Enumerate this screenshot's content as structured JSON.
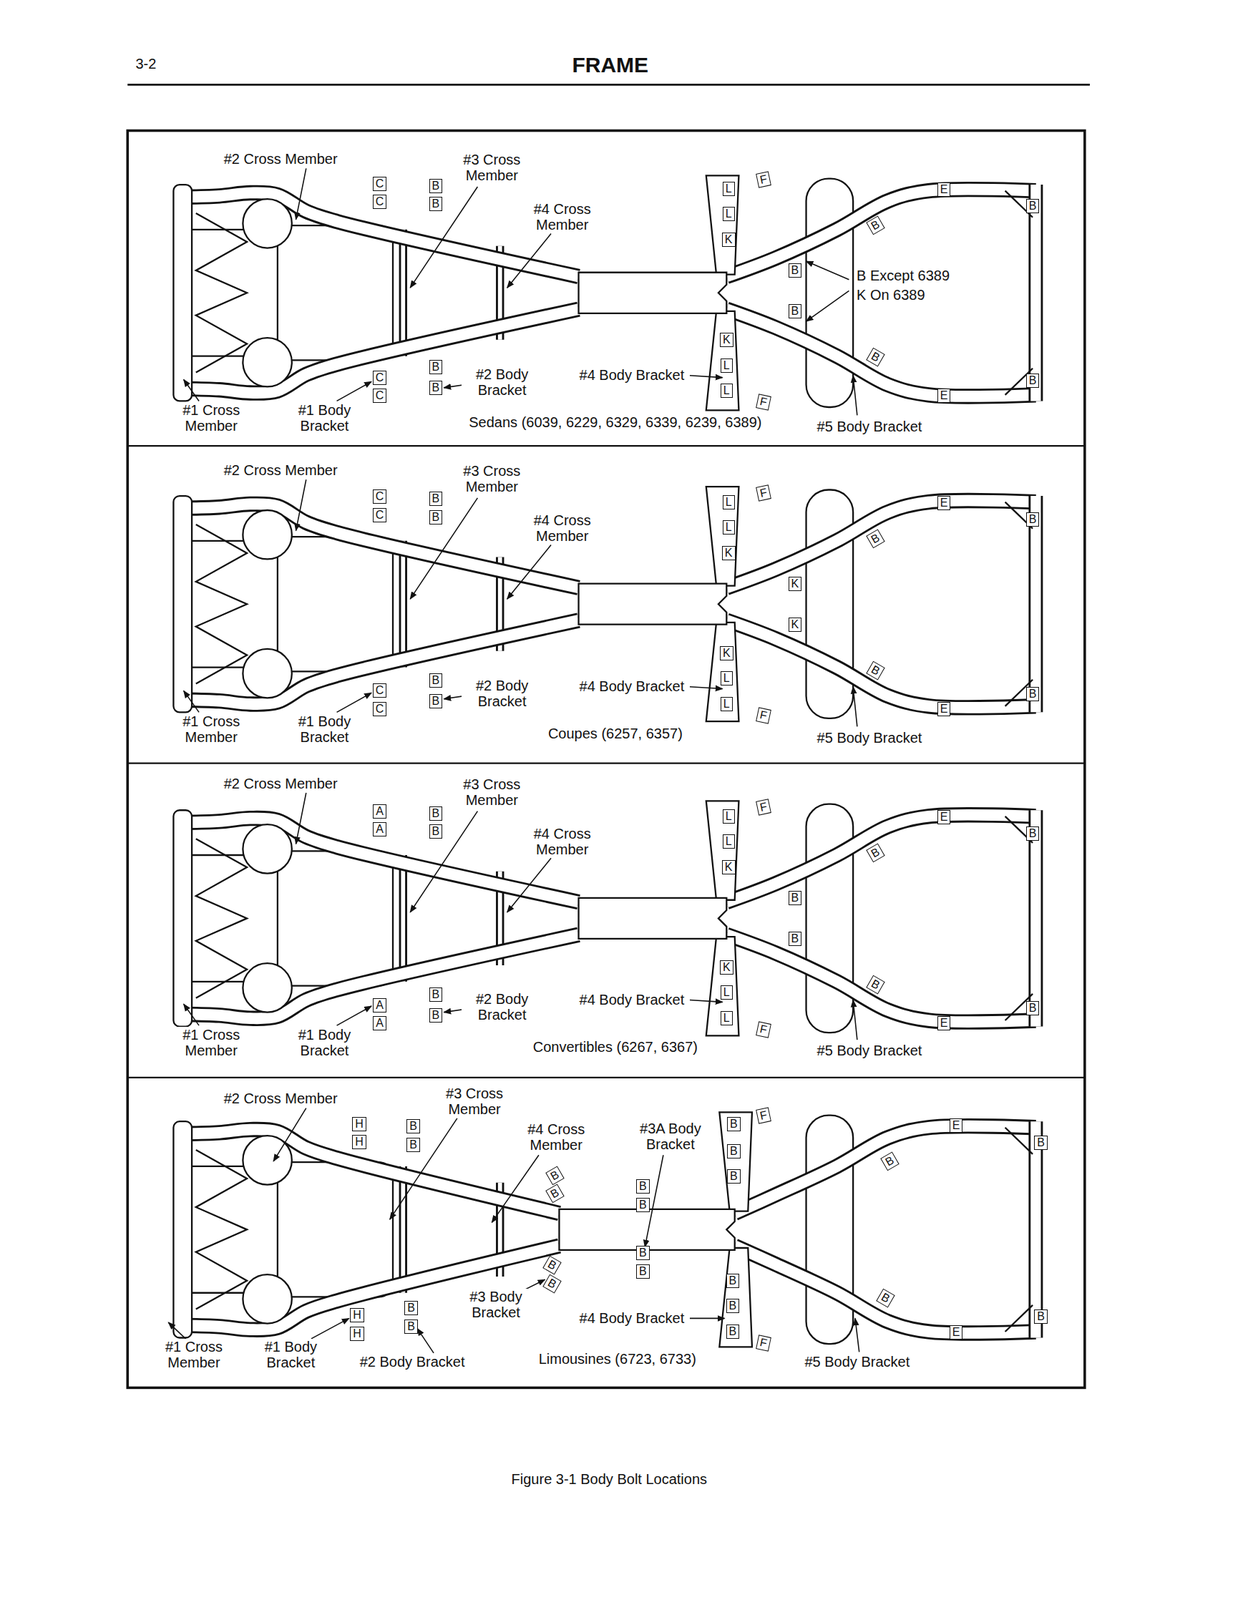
{
  "diagram": {
    "title": "FRAME",
    "caption": "Figure 3-1 Body Bolt Locations",
    "nodes": [
      {
        "text": [
          "C"
        ]
      },
      {
        "text": [
          "C"
        ]
      },
      {
        "text": [
          "B"
        ]
      },
      {
        "text": [
          "B"
        ]
      },
      {
        "text": [
          "L"
        ]
      },
      {
        "text": [
          "F"
        ]
      },
      {
        "text": [
          "L"
        ]
      },
      {
        "text": [
          "K"
        ]
      },
      {
        "text": [
          "E"
        ]
      },
      {
        "text": [
          "B"
        ]
      },
      {
        "text": [
          "B"
        ]
      },
      {
        "text": [
          "B"
        ]
      },
      {
        "text": [
          "B"
        ]
      },
      {
        "text": [
          "B"
        ]
      },
      {
        "text": [
          "C"
        ]
      },
      {
        "text": [
          "C"
        ]
      },
      {
        "text": [
          "B"
        ]
      },
      {
        "text": [
          "B"
        ]
      },
      {
        "text": [
          "K"
        ]
      },
      {
        "text": [
          "L"
        ]
      },
      {
        "text": [
          "L"
        ]
      },
      {
        "text": [
          "E"
        ]
      },
      {
        "text": [
          "B"
        ]
      },
      {
        "text": [
          "F"
        ]
      },
      {
        "text": [
          "C"
        ]
      },
      {
        "text": [
          "C"
        ]
      },
      {
        "text": [
          "B"
        ]
      },
      {
        "text": [
          "B"
        ]
      },
      {
        "text": [
          "L"
        ]
      },
      {
        "text": [
          "F"
        ]
      },
      {
        "text": [
          "L"
        ]
      },
      {
        "text": [
          "K"
        ]
      },
      {
        "text": [
          "E"
        ]
      },
      {
        "text": [
          "B"
        ]
      },
      {
        "text": [
          "B"
        ]
      },
      {
        "text": [
          "K"
        ]
      },
      {
        "text": [
          "K"
        ]
      },
      {
        "text": [
          "B"
        ]
      },
      {
        "text": [
          "C"
        ]
      },
      {
        "text": [
          "C"
        ]
      },
      {
        "text": [
          "B"
        ]
      },
      {
        "text": [
          "B"
        ]
      },
      {
        "text": [
          "K"
        ]
      },
      {
        "text": [
          "L"
        ]
      },
      {
        "text": [
          "L"
        ]
      },
      {
        "text": [
          "E"
        ]
      },
      {
        "text": [
          "B"
        ]
      },
      {
        "text": [
          "F"
        ]
      },
      {
        "text": [
          "A"
        ]
      },
      {
        "text": [
          "A"
        ]
      },
      {
        "text": [
          "B"
        ]
      },
      {
        "text": [
          "B"
        ]
      },
      {
        "text": [
          "L"
        ]
      },
      {
        "text": [
          "F"
        ]
      },
      {
        "text": [
          "L"
        ]
      },
      {
        "text": [
          "K"
        ]
      },
      {
        "text": [
          "E"
        ]
      },
      {
        "text": [
          "B"
        ]
      },
      {
        "text": [
          "B"
        ]
      },
      {
        "text": [
          "B"
        ]
      },
      {
        "text": [
          "B"
        ]
      },
      {
        "text": [
          "B"
        ]
      },
      {
        "text": [
          "A"
        ]
      },
      {
        "text": [
          "A"
        ]
      },
      {
        "text": [
          "B"
        ]
      },
      {
        "text": [
          "B"
        ]
      },
      {
        "text": [
          "K"
        ]
      },
      {
        "text": [
          "L"
        ]
      },
      {
        "text": [
          "L"
        ]
      },
      {
        "text": [
          "E"
        ]
      },
      {
        "text": [
          "B"
        ]
      },
      {
        "text": [
          "F"
        ]
      },
      {
        "text": [
          "H"
        ]
      },
      {
        "text": [
          "H"
        ]
      },
      {
        "text": [
          "B"
        ]
      },
      {
        "text": [
          "B"
        ]
      },
      {
        "text": [
          "B"
        ]
      },
      {
        "text": [
          "F"
        ]
      },
      {
        "text": [
          "B"
        ]
      },
      {
        "text": [
          "B"
        ]
      },
      {
        "text": [
          "E"
        ]
      },
      {
        "text": [
          "B"
        ]
      },
      {
        "text": [
          "B"
        ]
      },
      {
        "text": [
          "B"
        ]
      },
      {
        "text": [
          "B"
        ]
      },
      {
        "text": [
          "B"
        ]
      },
      {
        "text": [
          "B"
        ]
      },
      {
        "text": [
          "B"
        ]
      },
      {
        "text": [
          "B"
        ]
      },
      {
        "text": [
          "B"
        ]
      },
      {
        "text": [
          "B"
        ]
      },
      {
        "text": [
          "B"
        ]
      },
      {
        "text": [
          "H"
        ]
      },
      {
        "text": [
          "H"
        ]
      },
      {
        "text": [
          "B"
        ]
      },
      {
        "text": [
          "B"
        ]
      },
      {
        "text": [
          "B"
        ]
      },
      {
        "text": [
          "B"
        ]
      },
      {
        "text": [
          "B"
        ]
      },
      {
        "text": [
          "F"
        ]
      },
      {
        "text": [
          "E"
        ]
      },
      {
        "text": [
          "B"
        ]
      }
    ],
    "labels": [
      "3-2",
      "#2 Cross Member",
      "#3 Cross Member",
      "#4 Cross Member",
      "B Except 6389",
      "K On 6389",
      "#1 Cross Member",
      "#1 Body Bracket",
      "#2 Body Bracket",
      "#4 Body Bracket",
      "Sedans (6039, 6229, 6329, 6339, 6239, 6389)",
      "#5 Body Bracket",
      "#2 Cross Member",
      "#3 Cross Member",
      "#4 Cross Member",
      "#1 Cross Member",
      "#1 Body Bracket",
      "#2 Body Bracket",
      "#4 Body Bracket",
      "Coupes (6257, 6357)",
      "#5 Body Bracket",
      "#2 Cross Member",
      "#3 Cross Member",
      "#4 Cross Member",
      "#1 Cross Member",
      "#1 Body Bracket",
      "#2 Body Bracket",
      "#4 Body Bracket",
      "Convertibles (6267, 6367)",
      "#5 Body Bracket",
      "#2 Cross Member",
      "#3 Cross Member",
      "#4 Cross Member",
      "#3A Body Bracket",
      "#3 Body Bracket",
      "#1 Cross Member",
      "#1 Body Bracket",
      "#2 Body Bracket",
      "#4 Body Bracket",
      "Limousines (6723, 6733)",
      "#5 Body Bracket"
    ]
  }
}
